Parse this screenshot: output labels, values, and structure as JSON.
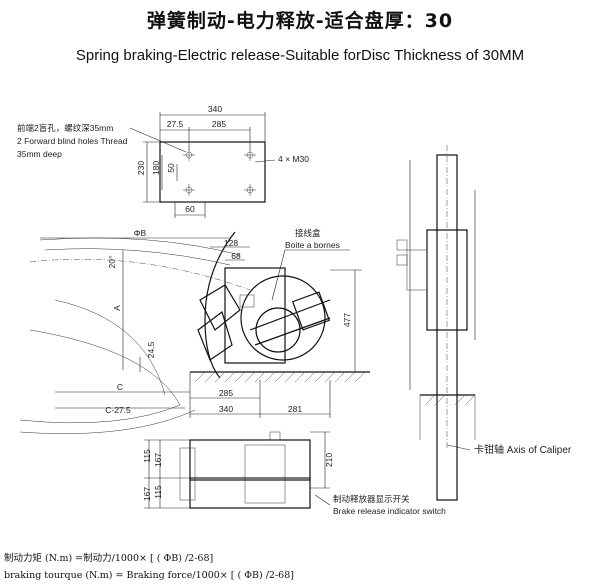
{
  "title_cn": "弹簧制动-电力释放-适合盘厚：30",
  "title_en": "Spring braking-Electric release-Suitable forDisc Thickness of 30MM",
  "top_view": {
    "note_cn": "前端2盲孔，螺纹深35mm",
    "note_en1": "2 Forward blind holes Thread",
    "note_en2": "35mm deep",
    "dim_340": "340",
    "dim_27_5": "27.5",
    "dim_285": "285",
    "dim_230": "230",
    "dim_180": "180",
    "dim_50": "50",
    "dim_60": "60",
    "bolt_label": "4 × M30"
  },
  "side_view": {
    "phi_b": "ΦB",
    "angle": "20°",
    "dim_128": "128",
    "dim_68": "68",
    "dim_a": "A",
    "dim_24_5": "24.5",
    "dim_c": "C",
    "dim_c_minus": "C-27.5",
    "dim_285": "285",
    "dim_340": "340",
    "dim_281": "281",
    "dim_477": "477",
    "junction_cn": "接线盒",
    "junction_en": "Boite a bornes"
  },
  "right_view": {
    "axis_label": "卡钳轴 Axis of Caliper"
  },
  "bottom_view": {
    "dim_115a": "115",
    "dim_167a": "167",
    "dim_167b": "167",
    "dim_115b": "115",
    "dim_210": "210",
    "switch_cn": "制动释放器显示开关",
    "switch_en": "Brake release indicator switch"
  },
  "footer": {
    "formula_cn": "制动力矩 (N.m) =制动力/1000× [ ( ΦB) /2-68]",
    "formula_en": "braking tourque (N.m) = Braking force/1000× [ ( ΦB) /2-68]"
  }
}
